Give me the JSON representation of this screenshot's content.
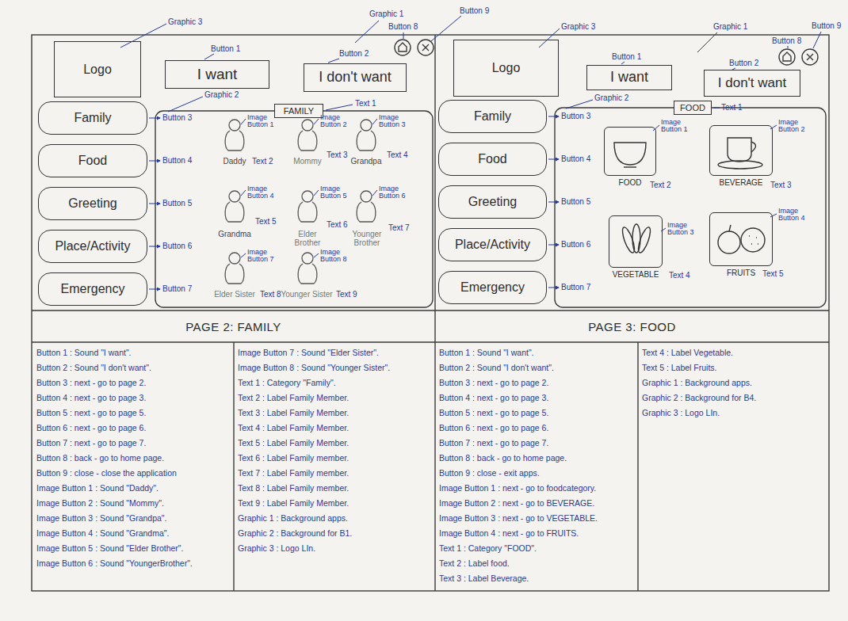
{
  "diagram": {
    "nodes": [
      {
        "text": [
          "Logo"
        ]
      },
      {
        "text": [
          "I want"
        ]
      },
      {
        "text": [
          "I don't want"
        ]
      },
      {
        "text": [
          "FAMILY"
        ]
      },
      {
        "text": [
          "Family"
        ]
      },
      {
        "text": [
          "Food"
        ]
      },
      {
        "text": [
          "Greeting"
        ]
      },
      {
        "text": [
          "Place/Activity"
        ]
      },
      {
        "text": [
          "Emergency"
        ]
      },
      {
        "text": [
          "Logo"
        ]
      },
      {
        "text": [
          "I want"
        ]
      },
      {
        "text": [
          "I don't want"
        ]
      },
      {
        "text": [
          "FOOD"
        ]
      },
      {
        "text": [
          "Family"
        ]
      },
      {
        "text": [
          "Food"
        ]
      },
      {
        "text": [
          "Greeting"
        ]
      },
      {
        "text": [
          "Place/Activity"
        ]
      },
      {
        "text": [
          "Emergency"
        ]
      },
      {
        "text": [
          "FOOD"
        ]
      },
      {
        "text": [
          "BEVERAGE"
        ]
      },
      {
        "text": [
          "VEGETABLE"
        ]
      },
      {
        "text": [
          "FRUITS"
        ]
      },
      {
        "text": [
          "PAGE 2: FAMILY"
        ]
      },
      {
        "text": [
          "PAGE 3: FOOD"
        ]
      }
    ],
    "labels": [
      "Graphic 3",
      "Graphic 1",
      "Button 8",
      "Button 9",
      "Button 1",
      "Button 2",
      "Graphic 2",
      "Text 1",
      "Button 3",
      "Button 4",
      "Button 5",
      "Button 6",
      "Button 7",
      "Image Button 1",
      "Image Button 2",
      "Image Button 3",
      "Daddy",
      "Text 2",
      "Mommy",
      "Text 3",
      "Grandpa",
      "Text 4",
      "Image Button 4",
      "Image Button 5",
      "Image Button 6",
      "Grandma",
      "Text 5",
      "Elder Brother",
      "Text 6",
      "Younger Brother",
      "Text 7",
      "Image Button 7",
      "Image Button 8",
      "Elder Sister",
      "Text 8",
      "Younger Sister",
      "Text 9",
      "Graphic 3",
      "Graphic 1",
      "Button 8",
      "Button 9",
      "Button 1",
      "Button 2",
      "Graphic 2",
      "Text 1",
      "Button 3",
      "Button 4",
      "Button 5",
      "Button 6",
      "Button 7",
      "Image Button 1",
      "Image Button 2",
      "Text 2",
      "Text 3",
      "Image Button 3",
      "Image Button 4",
      "Text 4",
      "Text 5",
      "Button 1 : Sound \"I want\".",
      "Button 2 : Sound \"I don't want\".",
      "Button 3 : next - go to page 2.",
      "Button 4 : next - go to page 3.",
      "Button 5 : next - go to page 5.",
      "Button 6 : next - go to page 6.",
      "Button 7 : next - go to page 7.",
      "Button 8 : back - go to home page.",
      "Button 9 : close - close the application",
      "Image Button 1 : Sound \"Daddy\".",
      "Image Button 2 : Sound \"Mommy\".",
      "Image Button 3 : Sound \"Grandpa\".",
      "Image Button 4 : Sound \"Grandma\".",
      "Image Button 5 : Sound \"Elder Brother\".",
      "Image Button 6 : Sound \"YoungerBrother\".",
      "Image Button 7 : Sound \"Elder Sister\".",
      "Image Button 8 : Sound \"Younger Sister\".",
      "Text 1 : Category \"Family\".",
      "Text 2 : Label Family Member.",
      "Text 3 : Label Family Member.",
      "Text 4 : Label Family Member.",
      "Text 5 : Label Family Member.",
      "Text 6 : Label Family member.",
      "Text 7 : Label Family member.",
      "Text 8 : Label Family member.",
      "Text 9 : Label Family Member.",
      "Graphic 1 : Background apps.",
      "Graphic 2 : Background for B1.",
      "Graphic 3 : Logo LIn.",
      "Button 1 : Sound \"I want\".",
      "Button 2 : Sound \"I don't want\".",
      "Button 3 : next - go to page 2.",
      "Button 4 : next - go to page 3.",
      "Button 5 : next - go to page 5.",
      "Button 6 : next - go to page 6.",
      "Button 7 : next - go to page 7.",
      "Button 8 : back - go to home page.",
      "Button 9 : close - exit apps.",
      "Image Button 1 : next - go to foodcategory.",
      "Image Button 2 : next - go to BEVERAGE.",
      "Image Button 3 : next - go to VEGETABLE.",
      "Image Button 4 : next - go to FRUITS.",
      "Text 1 : Category \"FOOD\".",
      "Text 2 : Label food.",
      "Text 3 : Label Beverage.",
      "Text 4 : Label Vegetable.",
      "Text 5 : Label Fruits.",
      "Graphic 1 : Background apps.",
      "Graphic 2 : Background for B4.",
      "Graphic 3 : Logo LIn."
    ]
  }
}
